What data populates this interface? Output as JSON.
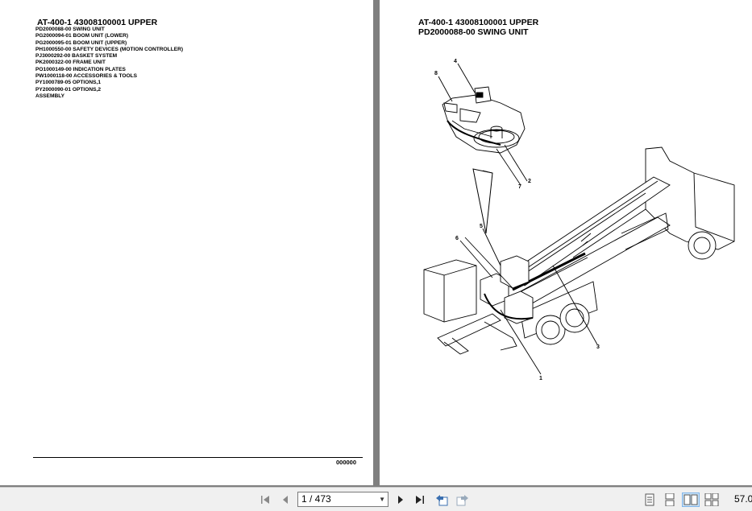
{
  "left_page": {
    "title": "AT-400-1 43008100001 UPPER",
    "items": [
      "PD2000088-00 SWING UNIT",
      "PG2000094-01 BOOM UNIT (LOWER)",
      "PG2000095-01 BOOM UNIT (UPPER)",
      "PH1000550-00 SAFETY DEVICES (MOTION CONTROLLER)",
      "PJ3000292-00 BASKET SYSTEM",
      "PK2000322-00 FRAME UNIT",
      "PO1000149-00 INDICATION PLATES",
      "PW1000118-00 ACCESSORIES & TOOLS",
      "PY1000789-05 OPTIONS,1",
      "PY2000090-01 OPTIONS,2",
      "ASSEMBLY"
    ],
    "footer_code": "000000"
  },
  "right_page": {
    "title_line1": "AT-400-1 43008100001 UPPER",
    "title_line2": "PD2000088-00 SWING UNIT",
    "callouts": {
      "c1": "1",
      "c2": "2",
      "c3": "3",
      "c4": "4",
      "c5": "5",
      "c6": "6",
      "c7": "7",
      "c8": "8"
    }
  },
  "toolbar": {
    "page_indicator": "1 / 473",
    "zoom": "57.0",
    "icons": [
      "first-page-icon",
      "previous-page-icon",
      "next-page-icon",
      "last-page-icon",
      "go-back-icon",
      "go-forward-icon",
      "single-page-view-icon",
      "continuous-view-icon",
      "facing-view-icon",
      "continuous-facing-view-icon"
    ]
  }
}
